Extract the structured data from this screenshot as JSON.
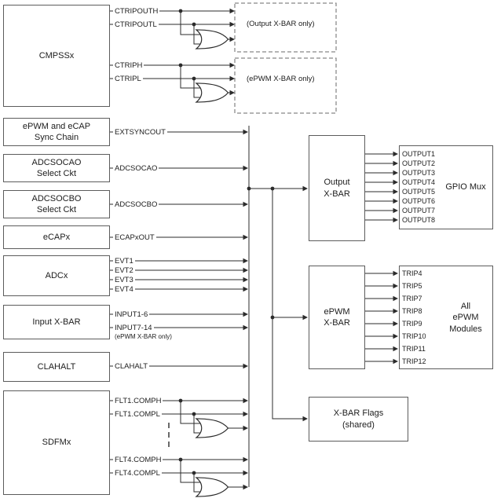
{
  "blocks": {
    "cmpss": "CMPSSx",
    "sync_chain": "ePWM and eCAP\nSync Chain",
    "adcsocao": "ADCSOCAO\nSelect Ckt",
    "adcsocbo": "ADCSOCBO\nSelect Ckt",
    "ecap": "eCAPx",
    "adc": "ADCx",
    "input_xbar": "Input X-BAR",
    "clahalt": "CLAHALT",
    "sdfm": "SDFMx",
    "output_xbar": "Output\nX-BAR",
    "epwm_xbar": "ePWM\nX-BAR",
    "gpio_mux": "GPIO Mux",
    "epwm_modules": "All\nePWM\nModules",
    "xbar_flags": "X-BAR Flags\n(shared)"
  },
  "signals": {
    "ctripouth": "CTRIPOUTH",
    "ctripoutl": "CTRIPOUTL",
    "ctriph": "CTRIPH",
    "ctripl": "CTRIPL",
    "extsyncout": "EXTSYNCOUT",
    "adcsocao": "ADCSOCAO",
    "adcsocbo": "ADCSOCBO",
    "ecapxout": "ECAPxOUT",
    "evt1": "EVT1",
    "evt2": "EVT2",
    "evt3": "EVT3",
    "evt4": "EVT4",
    "input1_6": "INPUT1-6",
    "input7_14": "INPUT7-14",
    "input7_note": "(ePWM X-BAR only)",
    "clahalt": "CLAHALT",
    "flt1_comph": "FLT1.COMPH",
    "flt1_compl": "FLT1.COMPL",
    "flt4_comph": "FLT4.COMPH",
    "flt4_compl": "FLT4.COMPL"
  },
  "annotations": {
    "output_only": "(Output X-BAR only)",
    "epwm_only": "(ePWM X-BAR only)"
  },
  "outputs": [
    "OUTPUT1",
    "OUTPUT2",
    "OUTPUT3",
    "OUTPUT4",
    "OUTPUT5",
    "OUTPUT6",
    "OUTPUT7",
    "OUTPUT8"
  ],
  "trips": [
    "TRIP4",
    "TRIP5",
    "TRIP7",
    "TRIP8",
    "TRIP9",
    "TRIP10",
    "TRIP11",
    "TRIP12"
  ],
  "colors": {
    "line": "#2b2b2b",
    "block_border": "#5c5c5c",
    "text": "#1c1c1c",
    "background": "#ffffff"
  }
}
